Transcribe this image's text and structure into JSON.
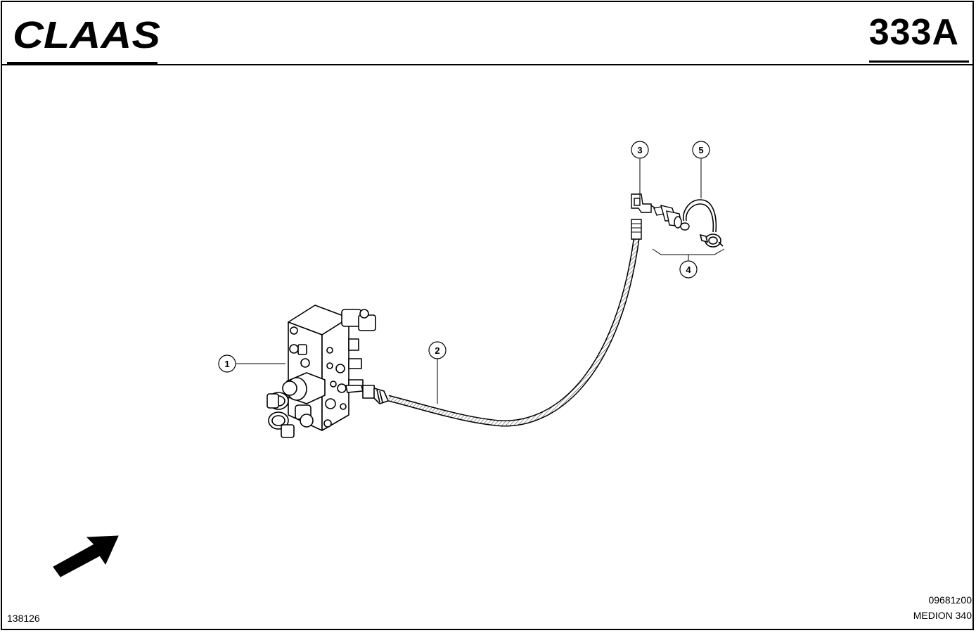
{
  "header": {
    "brand": "CLAAS",
    "page_number": "333A"
  },
  "footer": {
    "left_code": "138126",
    "drawing_code": "09681z00",
    "model": "MEDION 340"
  },
  "callouts": [
    "1",
    "2",
    "3",
    "4",
    "5"
  ]
}
